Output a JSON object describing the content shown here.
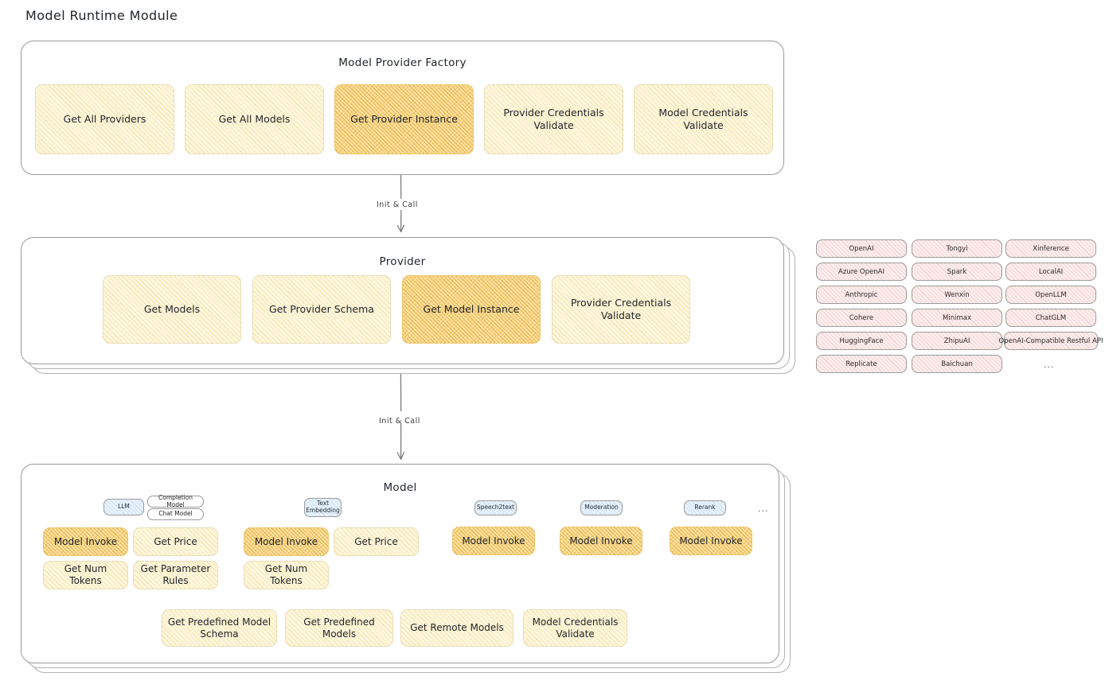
{
  "title": "Model Runtime Module",
  "factory": {
    "title": "Model Provider Factory",
    "boxes": [
      {
        "label": "Get All Providers",
        "highlight": false
      },
      {
        "label": "Get All Models",
        "highlight": false
      },
      {
        "label": "Get Provider Instance",
        "highlight": true
      },
      {
        "label": "Provider Credentials Validate",
        "highlight": false
      },
      {
        "label": "Model Credentials Validate",
        "highlight": false
      }
    ]
  },
  "arrows": [
    {
      "label": "Init & Call"
    },
    {
      "label": "Init & Call"
    }
  ],
  "provider": {
    "title": "Provider",
    "boxes": [
      {
        "label": "Get Models",
        "highlight": false
      },
      {
        "label": "Get Provider Schema",
        "highlight": false
      },
      {
        "label": "Get Model Instance",
        "highlight": true
      },
      {
        "label": "Provider Credentials Validate",
        "highlight": false
      }
    ]
  },
  "provider_list": {
    "columns": [
      [
        "OpenAI",
        "Azure OpenAI",
        "Anthropic",
        "Cohere",
        "HuggingFace",
        "Replicate"
      ],
      [
        "Tongyi",
        "Spark",
        "Wenxin",
        "Minimax",
        "ZhipuAI",
        "Baichuan"
      ],
      [
        "Xinference",
        "LocalAI",
        "OpenLLM",
        "ChatGLM",
        "OpenAI-Compatible Restful API"
      ]
    ],
    "more": "..."
  },
  "model": {
    "title": "Model",
    "more": "...",
    "types": [
      {
        "badge": "LLM",
        "sub_badges": [
          "Completion Model",
          "Chat Model"
        ],
        "methods": [
          {
            "label": "Model Invoke",
            "highlight": true
          },
          {
            "label": "Get Price",
            "highlight": false
          },
          {
            "label": "Get Num Tokens",
            "highlight": false
          },
          {
            "label": "Get Parameter Rules",
            "highlight": false
          }
        ]
      },
      {
        "badge": "Text\nEmbedding",
        "sub_badges": [],
        "methods": [
          {
            "label": "Model Invoke",
            "highlight": true
          },
          {
            "label": "Get Price",
            "highlight": false
          },
          {
            "label": "Get Num Tokens",
            "highlight": false
          }
        ]
      },
      {
        "badge": "Speech2text",
        "sub_badges": [],
        "methods": [
          {
            "label": "Model Invoke",
            "highlight": true
          }
        ]
      },
      {
        "badge": "Moderation",
        "sub_badges": [],
        "methods": [
          {
            "label": "Model Invoke",
            "highlight": true
          }
        ]
      },
      {
        "badge": "Rerank",
        "sub_badges": [],
        "methods": [
          {
            "label": "Model Invoke",
            "highlight": true
          }
        ]
      }
    ],
    "common_methods": [
      {
        "label": "Get Predefined Model Schema",
        "highlight": false
      },
      {
        "label": "Get Predefined Models",
        "highlight": false
      },
      {
        "label": "Get Remote Models",
        "highlight": false
      },
      {
        "label": "Model Credentials Validate",
        "highlight": false
      }
    ]
  },
  "colors": {
    "box_fill": "#fdf6df",
    "box_highlight_fill": "#fbe3a8",
    "chip_fill": "#fdeeee",
    "badge_fill": "#e8f2fb",
    "panel_border": "#9a9a9a"
  }
}
